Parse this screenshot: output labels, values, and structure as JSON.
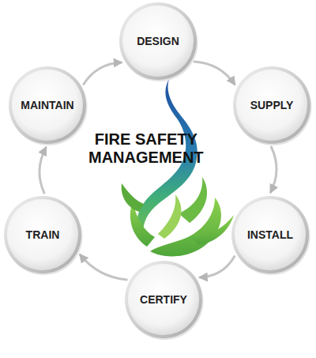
{
  "diagram": {
    "title": "FIRE SAFETY MANAGEMENT",
    "nodes": [
      {
        "text": [
          "DESIGN"
        ]
      },
      {
        "text": [
          "SUPPLY"
        ]
      },
      {
        "text": [
          "INSTALL"
        ]
      },
      {
        "text": [
          "CERTIFY"
        ]
      },
      {
        "text": [
          "TRAIN"
        ]
      },
      {
        "text": [
          "MAINTAIN"
        ]
      }
    ],
    "edges": [
      {
        "from": 0,
        "to": 1,
        "arrow": "to"
      },
      {
        "from": 1,
        "to": 2,
        "arrow": "to"
      },
      {
        "from": 2,
        "to": 3,
        "arrow": "to"
      },
      {
        "from": 3,
        "to": 4,
        "arrow": "to"
      },
      {
        "from": 4,
        "to": 5,
        "arrow": "to"
      },
      {
        "from": 5,
        "to": 0,
        "arrow": "to"
      }
    ]
  }
}
